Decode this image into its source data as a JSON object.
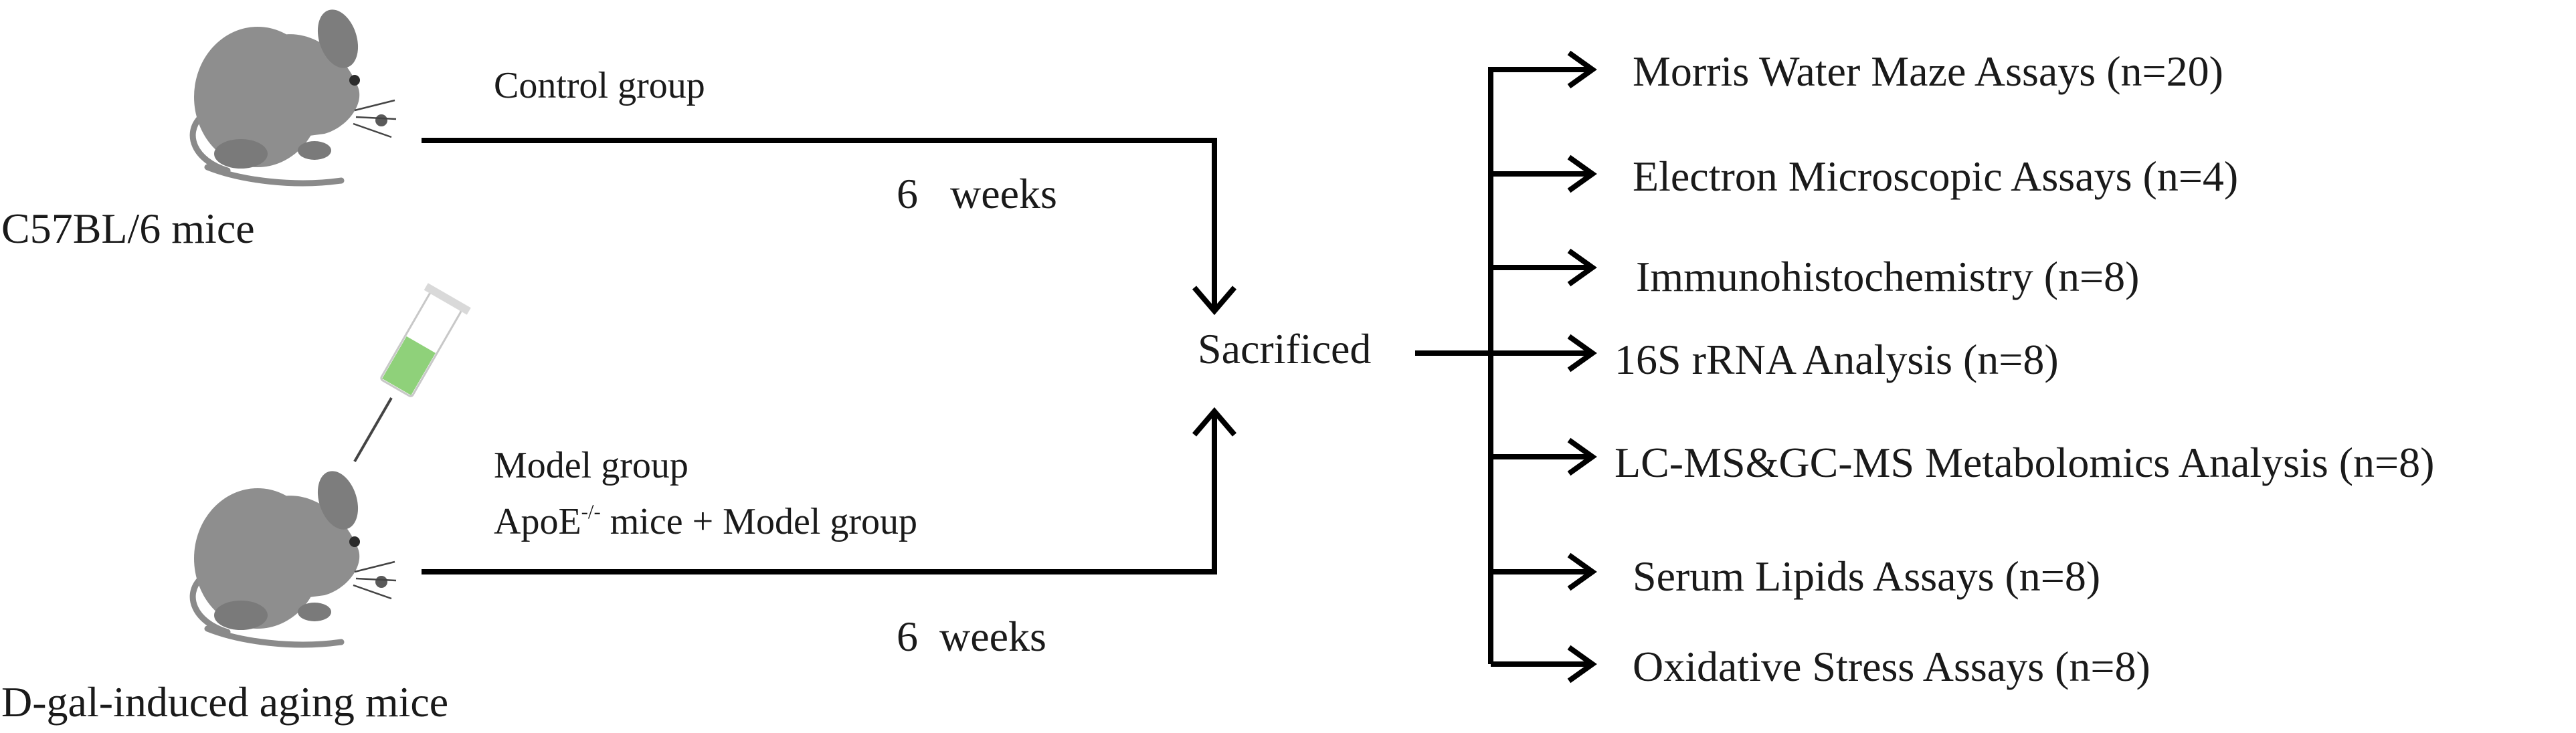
{
  "groups": {
    "control": {
      "strain": "C57BL/6 mice",
      "label": "Control group",
      "duration": "6   weeks"
    },
    "model": {
      "strain": "D-gal-induced aging mice",
      "label_line1": "Model group",
      "label_line2_prefix": "ApoE",
      "label_line2_sup": "-/-",
      "label_line2_suffix": " mice + Model group",
      "duration": "6  weeks"
    }
  },
  "center": {
    "label": "Sacrificed"
  },
  "outcomes": [
    "Morris Water Maze Assays (n=20)",
    "Electron Microscopic Assays (n=4)",
    "Immunohistochemistry (n=8)",
    "16S rRNA Analysis (n=8)",
    "LC-MS&GC-MS Metabolomics Analysis (n=8)",
    "Serum Lipids Assays (n=8)",
    "Oxidative Stress Assays (n=8)"
  ],
  "icons": {
    "top_mouse": "mouse-icon",
    "bottom_mouse": "mouse-icon",
    "injection": "syringe-icon"
  },
  "colors": {
    "line": "#000000",
    "mouse_body": "#8a8a8a",
    "syringe_fluid": "#8fd17a"
  }
}
